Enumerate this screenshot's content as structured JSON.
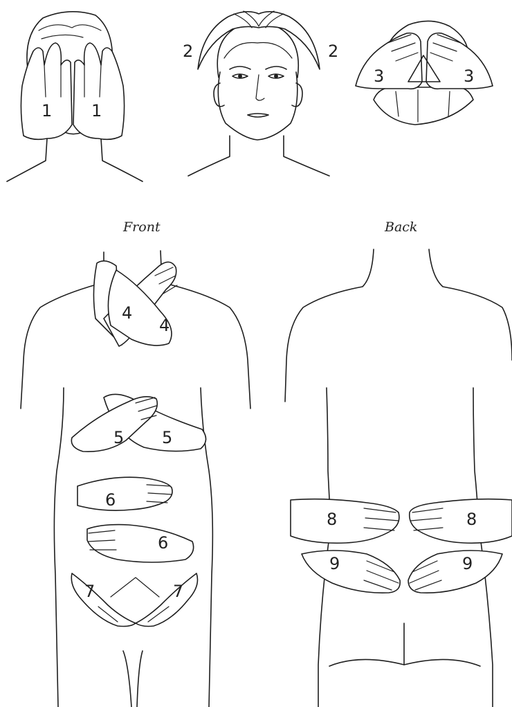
{
  "captions": {
    "front": "Front",
    "back": "Back"
  },
  "positions": {
    "p1a": "1",
    "p1b": "1",
    "p2a": "2",
    "p2b": "2",
    "p3a": "3",
    "p3b": "3",
    "p4a": "4",
    "p4b": "4",
    "p5a": "5",
    "p5b": "5",
    "p6a": "6",
    "p6b": "6",
    "p7a": "7",
    "p7b": "7",
    "p8a": "8",
    "p8b": "8",
    "p9a": "9",
    "p9b": "9"
  },
  "colors": {
    "ink": "#1e1e1e",
    "paper": "#ffffff"
  }
}
